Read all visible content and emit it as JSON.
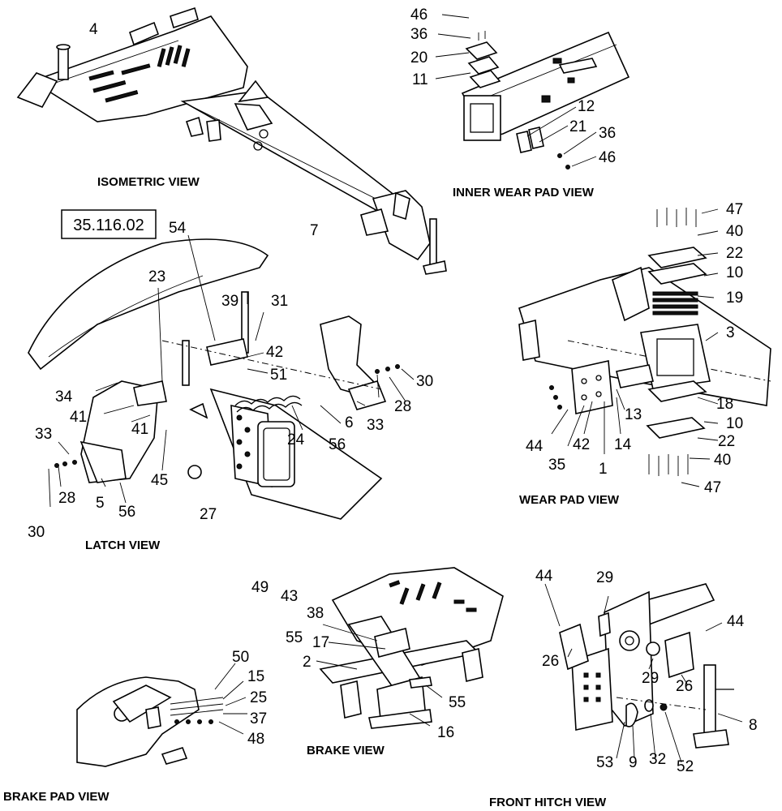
{
  "reference_box": "35.116.02",
  "views": {
    "isometric": "ISOMETRIC VIEW",
    "inner_wear_pad": "INNER WEAR PAD VIEW",
    "wear_pad": "WEAR PAD VIEW",
    "latch": "LATCH VIEW",
    "brake": "BRAKE VIEW",
    "brake_pad": "BRAKE PAD VIEW",
    "front_hitch": "FRONT HITCH VIEW"
  },
  "callouts": {
    "iso_4": "4",
    "iso_7": "7",
    "iw_46a": "46",
    "iw_36a": "36",
    "iw_20": "20",
    "iw_11": "11",
    "iw_12": "12",
    "iw_21": "21",
    "iw_36b": "36",
    "iw_46b": "46",
    "wp_47a": "47",
    "wp_40a": "40",
    "wp_22a": "22",
    "wp_10a": "10",
    "wp_19": "19",
    "wp_3": "3",
    "wp_18": "18",
    "wp_10b": "10",
    "wp_22b": "22",
    "wp_40b": "40",
    "wp_47b": "47",
    "wp_13": "13",
    "wp_14": "14",
    "wp_1": "1",
    "wp_42": "42",
    "wp_35": "35",
    "wp_44": "44",
    "la_54": "54",
    "la_23": "23",
    "la_39": "39",
    "la_31": "31",
    "la_42": "42",
    "la_51": "51",
    "la_30a": "30",
    "la_28a": "28",
    "la_33a": "33",
    "la_6": "6",
    "la_56a": "56",
    "la_24": "24",
    "la_34": "34",
    "la_41a": "41",
    "la_41b": "41",
    "la_45": "45",
    "la_33b": "33",
    "la_28b": "28",
    "la_30b": "30",
    "la_5": "5",
    "la_56b": "56",
    "la_27": "27",
    "bk_49": "49",
    "bk_43": "43",
    "bk_38": "38",
    "bk_55a": "55",
    "bk_17": "17",
    "bk_2": "2",
    "bk_55b": "55",
    "bk_16": "16",
    "bp_50": "50",
    "bp_15": "15",
    "bp_25": "25",
    "bp_37": "37",
    "bp_48": "48",
    "fh_44a": "44",
    "fh_29a": "29",
    "fh_44b": "44",
    "fh_26a": "26",
    "fh_29b": "29",
    "fh_26b": "26",
    "fh_8": "8",
    "fh_53": "53",
    "fh_9": "9",
    "fh_32": "32",
    "fh_52": "52"
  }
}
